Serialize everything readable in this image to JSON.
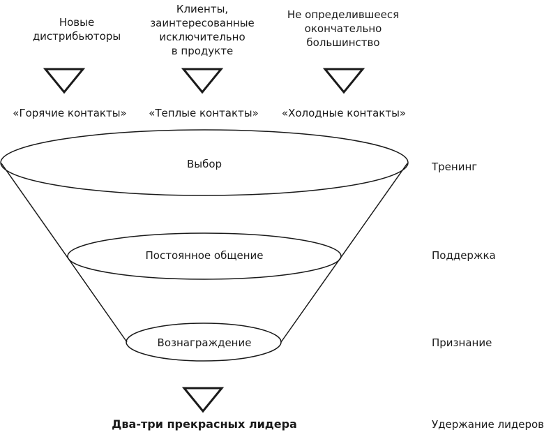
{
  "sources": [
    {
      "text": "Новые\nдистрибьюторы"
    },
    {
      "text": "Клиенты,\nзаинтересованные\nисключительно\nв продукте"
    },
    {
      "text": "Не определившееся\nокончательно\nбольшинство"
    }
  ],
  "contacts": [
    {
      "text": "«Горячие контакты»"
    },
    {
      "text": "«Теплые контакты»"
    },
    {
      "text": "«Холодные контакты»"
    }
  ],
  "funnel_levels": [
    {
      "text": "Выбор"
    },
    {
      "text": "Постоянное общение"
    },
    {
      "text": "Вознаграждение"
    }
  ],
  "side_labels": [
    {
      "text": "Тренинг"
    },
    {
      "text": "Поддержка"
    },
    {
      "text": "Признание"
    },
    {
      "text": "Удержание лидеров"
    }
  ],
  "result": {
    "text": "Два-три прекрасных лидера"
  },
  "colors": {
    "stroke": "#1a1a1a",
    "background": "#ffffff"
  }
}
